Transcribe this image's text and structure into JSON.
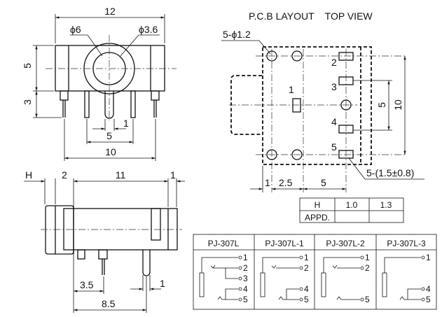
{
  "front_view": {
    "dim_width": "12",
    "dim_outer_dia": "ϕ6",
    "dim_inner_dia": "ϕ3.6",
    "dim_height": "5",
    "dim_pin_len": "3",
    "dim_pin_spacing": "5",
    "dim_pin_width": "1",
    "dim_outer_pins": "10"
  },
  "side_view": {
    "dim_h": "H",
    "dim_cap": "2",
    "dim_body": "11",
    "dim_end": "1",
    "dim_pin1": "3.5",
    "dim_pin2": "8.5",
    "dim_pin_width": "1"
  },
  "pcb": {
    "title": "P.C.B LAYOUT    TOP VIEW",
    "hole_note": "5-ϕ1.2",
    "pad_note": "5-(1.5±0.8)",
    "pad_labels": [
      "1",
      "2",
      "3",
      "4",
      "5"
    ],
    "dim_10": "10",
    "dim_5v": "5",
    "dim_1": "1",
    "dim_25": "2.5",
    "dim_5h": "5"
  },
  "h_table": {
    "header": [
      "H",
      "1.0",
      "1.3"
    ],
    "row2_label": "APPD."
  },
  "schematics": {
    "models": [
      "PJ-307L",
      "PJ-307L-1",
      "PJ-307L-2",
      "PJ-307L-3"
    ],
    "pins": [
      "1",
      "2",
      "3",
      "4",
      "5"
    ]
  }
}
